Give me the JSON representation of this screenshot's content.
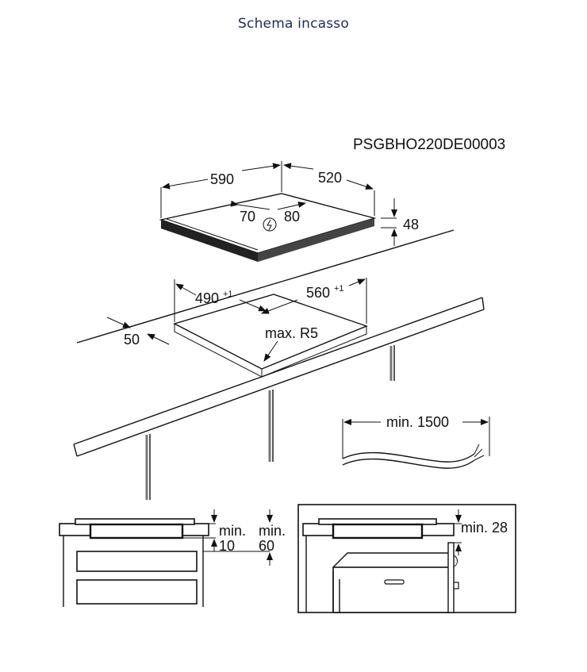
{
  "header": {
    "title": "Schema incasso"
  },
  "diagram": {
    "code": "PSGBHO220DE00003",
    "hob": {
      "width": "590",
      "depth": "520",
      "height": "48",
      "conn_left": "70",
      "conn_right": "80"
    },
    "cutout": {
      "width": "490",
      "width_tol": "+1",
      "depth": "560",
      "depth_tol": "+1",
      "edge_distance": "50",
      "radius": "max. R5"
    },
    "cable": {
      "length": "min. 1500"
    },
    "left_section": {
      "label_a1": "min.",
      "label_a2": "10",
      "label_b1": "min.",
      "label_b2": "60"
    },
    "right_section": {
      "label": "min. 28"
    }
  }
}
